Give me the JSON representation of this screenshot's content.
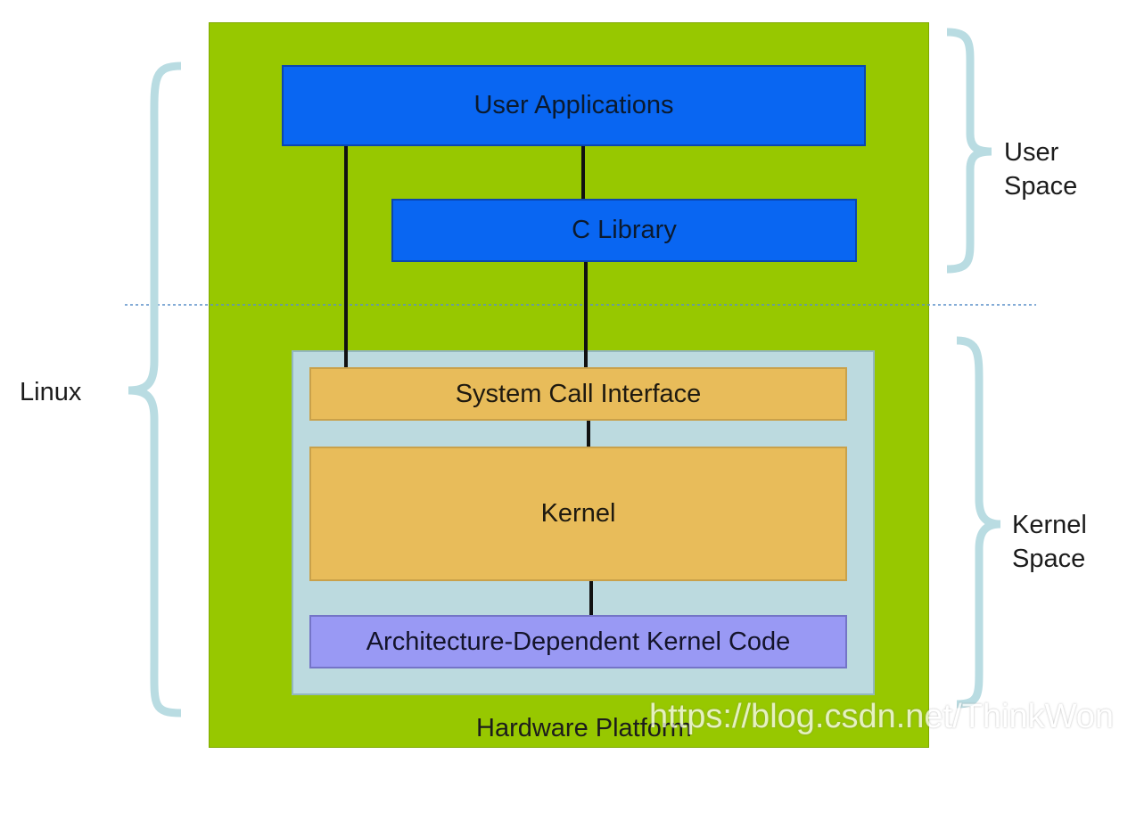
{
  "diagram": {
    "user_applications": "User Applications",
    "c_library": "C Library",
    "system_call_interface": "System Call Interface",
    "kernel": "Kernel",
    "arch_code": "Architecture-Dependent Kernel Code",
    "hardware_platform": "Hardware Platform",
    "linux": "Linux",
    "user_space": [
      "User",
      "Space"
    ],
    "kernel_space": [
      "Kernel",
      "Space"
    ]
  },
  "watermark": "https://blog.csdn.net/ThinkWon",
  "colors": {
    "platform_green": "#97c800",
    "user_blue": "#0966f2",
    "kernel_background": "#bcdadf",
    "kernel_orange": "#e8bc5a",
    "arch_purple": "#9999f4",
    "brace": "#b9dce2"
  }
}
